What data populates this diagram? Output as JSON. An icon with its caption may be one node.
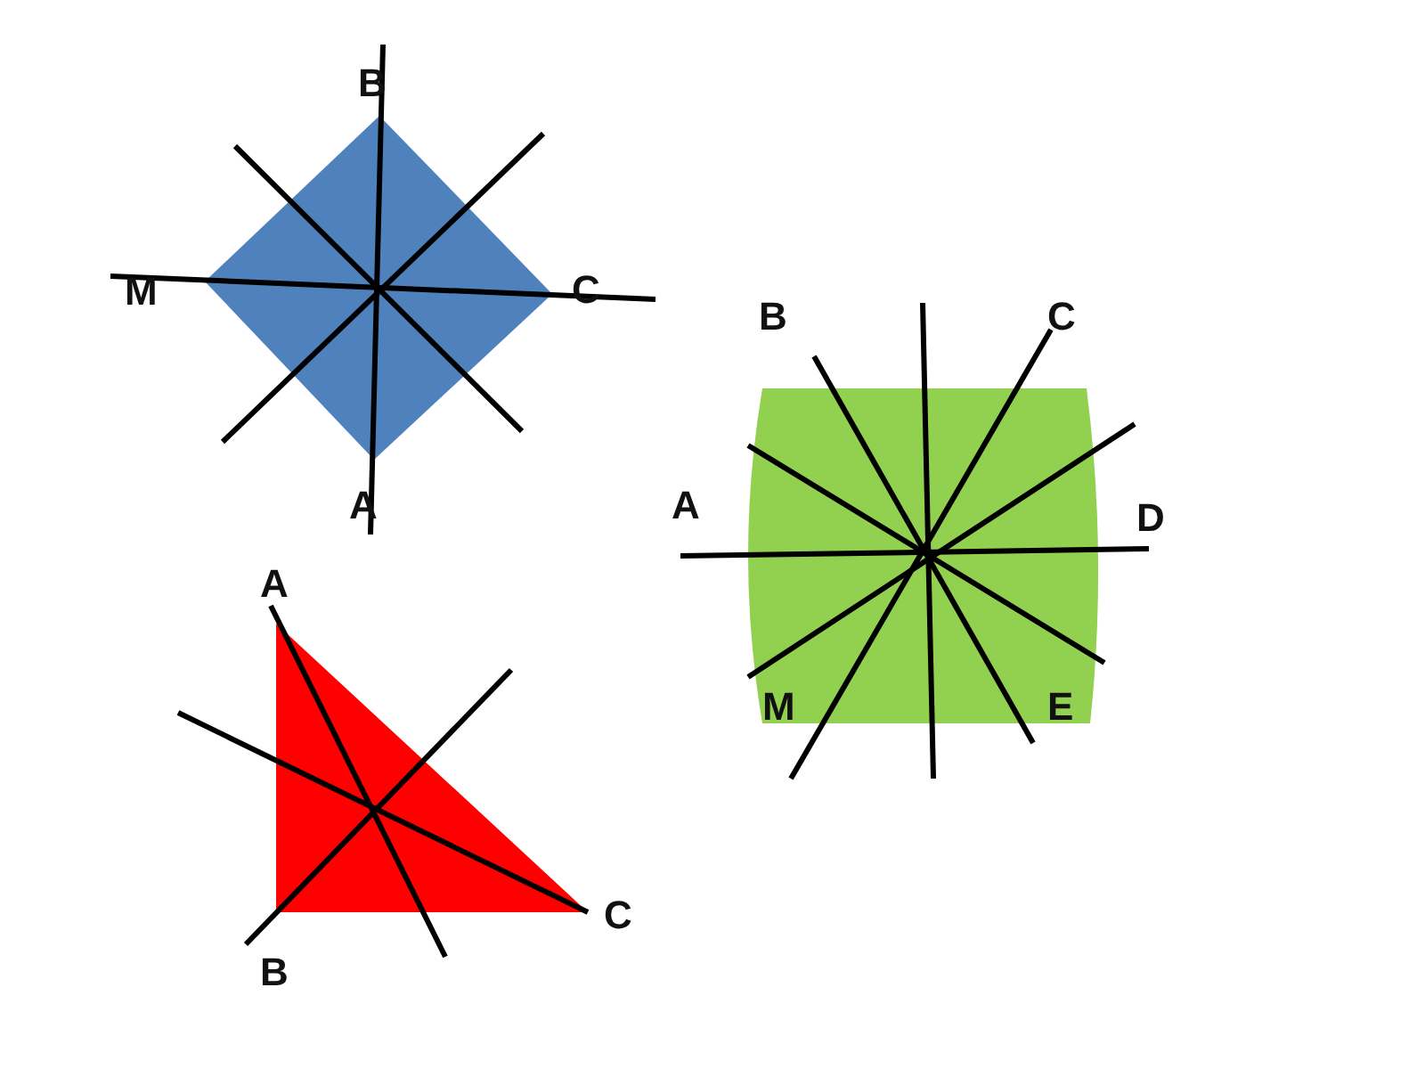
{
  "diagram": {
    "labels": [
      "B",
      "M",
      "C",
      "B",
      "C",
      "A",
      "A",
      "D",
      "A",
      "M",
      "E",
      "C",
      "B"
    ]
  }
}
